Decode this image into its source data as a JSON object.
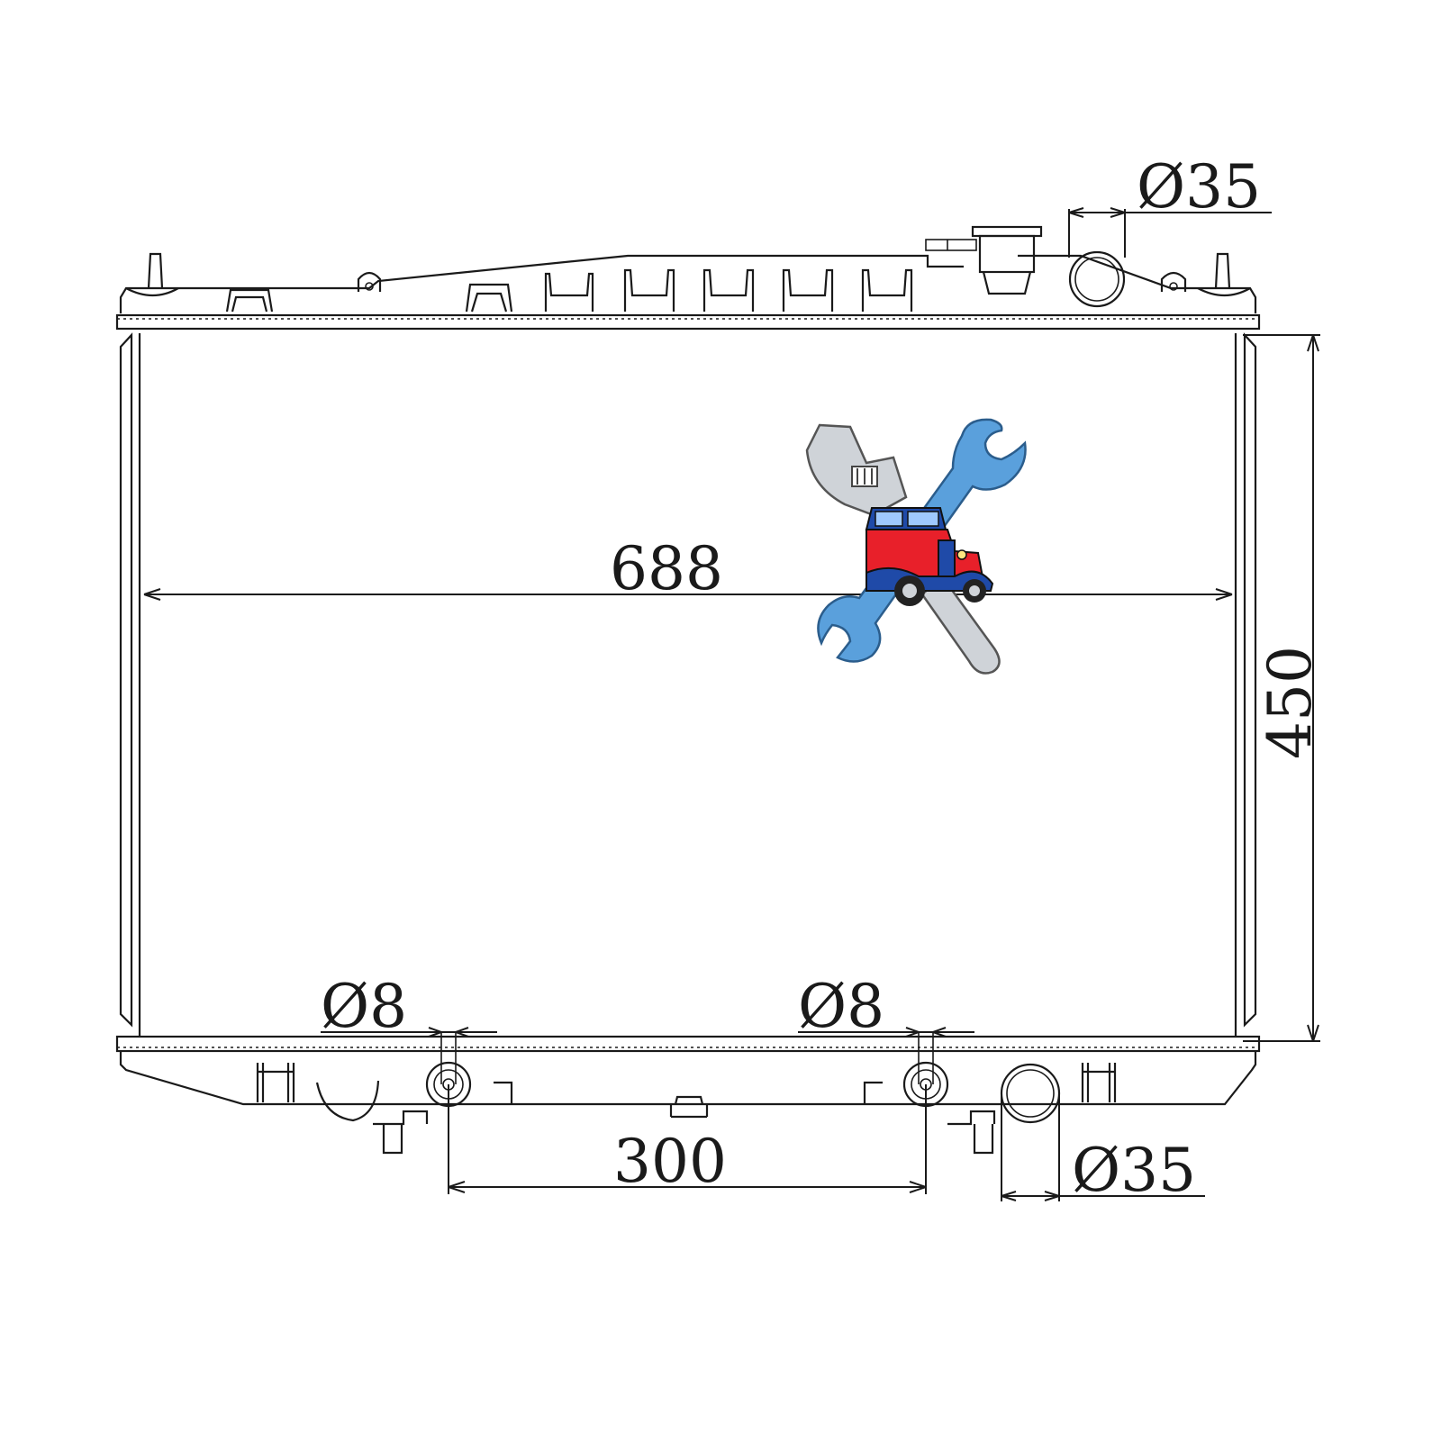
{
  "drawing": {
    "subject": "radiator",
    "dimensions": {
      "width": "688",
      "height": "450",
      "top_outlet_diameter": "Ø35",
      "bottom_outlet_diameter": "Ø35",
      "left_fitting_diameter": "Ø8",
      "right_fitting_diameter": "Ø8",
      "fitting_spacing": "300"
    },
    "logo": {
      "icon": "wrench-car-logo",
      "colors": {
        "wrench": "#5aa0dc",
        "car_body": "#e8202a",
        "car_roof": "#1f4aa8",
        "chrome": "#cfd3d8"
      }
    }
  }
}
